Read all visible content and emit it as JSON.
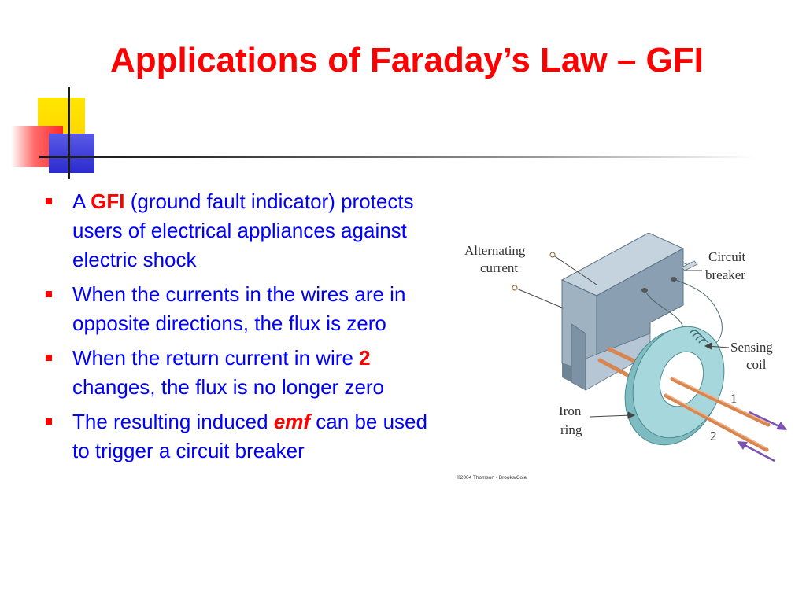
{
  "slide": {
    "title": "Applications of Faraday’s Law – GFI",
    "bullets": [
      {
        "pre": "A ",
        "highlight": "GFI",
        "post": " (ground fault indicator) protects users of electrical appliances against electric shock"
      },
      {
        "text": "When the currents in the wires are in opposite directions, the flux is zero"
      },
      {
        "pre": "When the return current in wire ",
        "highlight": "2",
        "post": " changes, the flux is no longer zero"
      },
      {
        "pre": "The resulting induced ",
        "highlight": "emf",
        "post": " can be used to trigger a circuit breaker"
      }
    ]
  },
  "figure": {
    "labels": {
      "alternating_current_line1": "Alternating",
      "alternating_current_line2": "current",
      "circuit_breaker_line1": "Circuit",
      "circuit_breaker_line2": "breaker",
      "sensing_coil_line1": "Sensing",
      "sensing_coil_line2": "coil",
      "iron_ring_line1": "Iron",
      "iron_ring_line2": "ring",
      "wire_1": "1",
      "wire_2": "2"
    },
    "copyright": "©2004 Thomson - Brooks/Cole"
  },
  "colors": {
    "title": "#ff0000",
    "body_text": "#0000ff",
    "bullet": "#ff0000",
    "highlight": "#ff0000",
    "ring": "#8cc7cc",
    "wire": "#d88650",
    "arrow": "#7a52b3"
  }
}
